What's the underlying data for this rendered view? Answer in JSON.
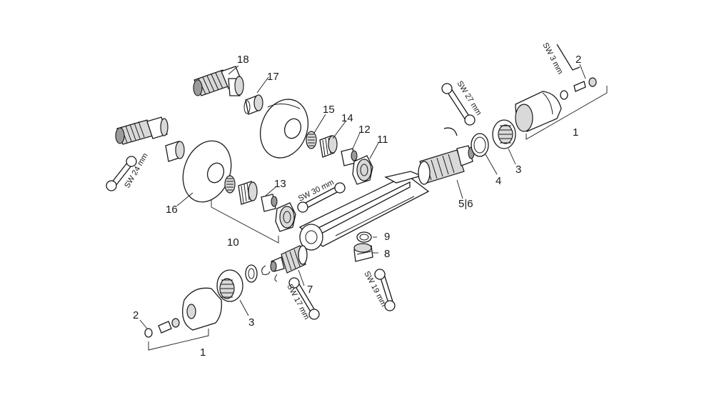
{
  "labels": {
    "l1_top": "1",
    "l1_bottom": "1",
    "l2_top": "2",
    "l2_bottom": "2",
    "l3_top": "3",
    "l3_bottom": "3",
    "l4": "4",
    "l56": "5|6",
    "l7": "7",
    "l8": "8",
    "l9": "9",
    "l10": "10",
    "l11": "11",
    "l12": "12",
    "l13": "13",
    "l14": "14",
    "l15": "15",
    "l16": "16",
    "l17": "17",
    "l18": "18"
  },
  "wrenches": {
    "sw24": "SW 24 mm",
    "sw30": "SW 30 mm",
    "sw27": "SW 27 mm",
    "sw3": "SW 3 mm",
    "sw17": "SW 17 mm",
    "sw19": "SW 19 mm"
  }
}
